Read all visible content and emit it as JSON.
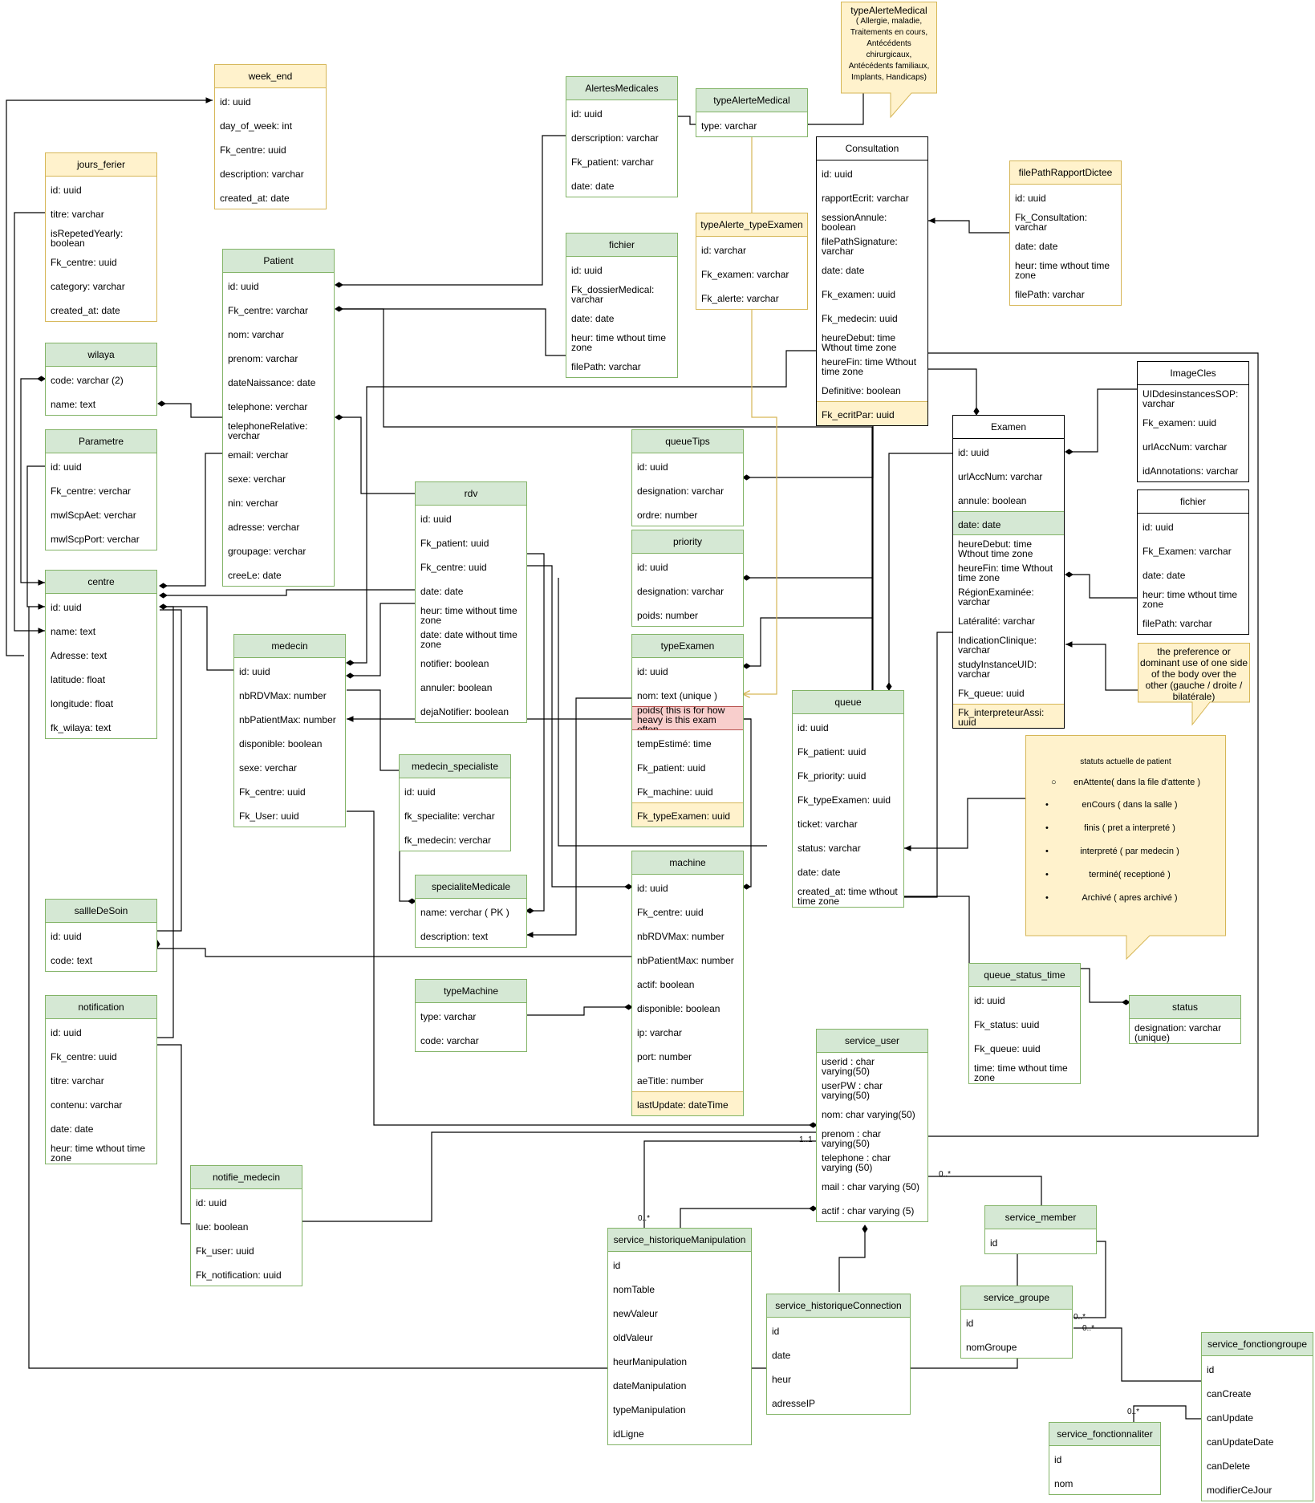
{
  "colors": {
    "green_fill": "#d5e8d4",
    "green_stroke": "#82b366",
    "yellow_fill": "#fff2cc",
    "yellow_stroke": "#d6b656",
    "red_fill": "#f8cecc",
    "red_stroke": "#b85450",
    "link_black": "#000000",
    "link_orange": "#d6b656"
  },
  "tables": [
    {
      "key": "week_end",
      "title": "week_end",
      "theme": "y",
      "rows": [
        {
          "t": "id: uuid"
        },
        {
          "t": "day_of_week: int"
        },
        {
          "t": "Fk_centre: uuid"
        },
        {
          "t": "description: varchar"
        },
        {
          "t": "created_at: date"
        }
      ]
    },
    {
      "key": "jours_ferier",
      "title": "jours_ferier",
      "theme": "y",
      "rows": [
        {
          "t": "id: uuid"
        },
        {
          "t": "titre: varchar"
        },
        {
          "t": "isRepetedYearly: boolean"
        },
        {
          "t": "Fk_centre: uuid"
        },
        {
          "t": "category: varchar"
        },
        {
          "t": "created_at: date"
        }
      ]
    },
    {
      "key": "wilaya",
      "title": "wilaya",
      "theme": "g",
      "rows": [
        {
          "t": "code: varchar (2)"
        },
        {
          "t": "name: text"
        }
      ]
    },
    {
      "key": "parametre",
      "title": "Parametre",
      "theme": "g",
      "rows": [
        {
          "t": "id: uuid"
        },
        {
          "t": "Fk_centre: verchar"
        },
        {
          "t": "mwlScpAet: verchar"
        },
        {
          "t": "mwlScpPort: verchar"
        }
      ]
    },
    {
      "key": "centre",
      "title": "centre",
      "theme": "g",
      "rows": [
        {
          "t": "id: uuid"
        },
        {
          "t": "name: text"
        },
        {
          "t": "Adresse: text"
        },
        {
          "t": "latitude: float"
        },
        {
          "t": "longitude: float"
        },
        {
          "t": "fk_wilaya: text"
        }
      ]
    },
    {
      "key": "patient",
      "title": "Patient",
      "theme": "g",
      "rows": [
        {
          "t": "id: uuid"
        },
        {
          "t": "Fk_centre: varchar"
        },
        {
          "t": "nom: varchar"
        },
        {
          "t": "prenom: varchar"
        },
        {
          "t": "dateNaissance: date"
        },
        {
          "t": "telephone: verchar"
        },
        {
          "t": "telephoneRelative: verchar"
        },
        {
          "t": "email: verchar"
        },
        {
          "t": "sexe: verchar"
        },
        {
          "t": "nin: verchar"
        },
        {
          "t": "adresse: verchar"
        },
        {
          "t": "groupage: verchar"
        },
        {
          "t": "creeLe: date"
        }
      ]
    },
    {
      "key": "alertes",
      "title": "AlertesMedicales",
      "theme": "g",
      "rows": [
        {
          "t": "id: uuid"
        },
        {
          "t": "derscription: varchar"
        },
        {
          "t": "Fk_patient: varchar"
        },
        {
          "t": "date: date"
        }
      ]
    },
    {
      "key": "typeAlerte",
      "title": "typeAlerteMedical",
      "theme": "g",
      "rows": [
        {
          "t": "type: varchar"
        }
      ]
    },
    {
      "key": "fichier1",
      "title": "fichier",
      "theme": "g",
      "rows": [
        {
          "t": "id: uuid"
        },
        {
          "t": "Fk_dossierMedical: varchar"
        },
        {
          "t": "date: date"
        },
        {
          "t": "heur: time wthout time zone"
        },
        {
          "t": "filePath: varchar"
        }
      ]
    },
    {
      "key": "typeAlerteExamen",
      "title": "typeAlerte_typeExamen",
      "theme": "y",
      "rows": [
        {
          "t": "id: varchar"
        },
        {
          "t": "Fk_examen: varchar"
        },
        {
          "t": "Fk_alerte: varchar"
        }
      ]
    },
    {
      "key": "consultation",
      "title": "Consultation",
      "theme": "b",
      "rows": [
        {
          "t": "id: uuid"
        },
        {
          "t": "rapportEcrit: varchar"
        },
        {
          "t": "sessionAnnule: boolean"
        },
        {
          "t": "filePathSignature: varchar"
        },
        {
          "t": "date: date"
        },
        {
          "t": "Fk_examen: uuid"
        },
        {
          "t": "Fk_medecin: uuid"
        },
        {
          "t": "heureDebut: time Wthout time zone"
        },
        {
          "t": "heureFin: time Wthout time zone"
        },
        {
          "t": "Definitive: boolean"
        },
        {
          "t": "Fk_ecritPar: uuid",
          "f": "y"
        }
      ]
    },
    {
      "key": "filePath",
      "title": "filePathRapportDictee",
      "theme": "y",
      "rows": [
        {
          "t": "id: uuid"
        },
        {
          "t": "Fk_Consultation: varchar"
        },
        {
          "t": "date: date"
        },
        {
          "t": "heur: time wthout time zone"
        },
        {
          "t": "filePath: varchar"
        }
      ]
    },
    {
      "key": "imageCles",
      "title": "ImageCles",
      "theme": "b",
      "rows": [
        {
          "t": "UIDdesinstancesSOP: varchar"
        },
        {
          "t": "Fk_examen: uuid"
        },
        {
          "t": "urlAccNum: varchar"
        },
        {
          "t": "idAnnotations: varchar"
        }
      ]
    },
    {
      "key": "examen",
      "title": "Examen",
      "theme": "b",
      "rows": [
        {
          "t": "id: uuid"
        },
        {
          "t": "urlAccNum: varchar"
        },
        {
          "t": "annule: boolean"
        },
        {
          "t": "date: date",
          "f": "g"
        },
        {
          "t": "heureDebut: time Wthout time zone"
        },
        {
          "t": "heureFin: time Wthout time zone"
        },
        {
          "t": "RégionExaminée: varchar"
        },
        {
          "t": "Latéralité: varchar"
        },
        {
          "t": "IndicationClinique: varchar"
        },
        {
          "t": "studyInstanceUID: varchar"
        },
        {
          "t": "Fk_queue: uuid"
        },
        {
          "t": "Fk_interpreteurAssi: uuid",
          "f": "y"
        }
      ]
    },
    {
      "key": "fichier2",
      "title": "fichier",
      "theme": "b",
      "rows": [
        {
          "t": "id: uuid"
        },
        {
          "t": "Fk_Examen: varchar"
        },
        {
          "t": "date: date"
        },
        {
          "t": "heur: time wthout time zone"
        },
        {
          "t": "filePath: varchar"
        }
      ]
    },
    {
      "key": "queueTips",
      "title": "queueTips",
      "theme": "g",
      "rows": [
        {
          "t": "id: uuid"
        },
        {
          "t": "designation: varchar"
        },
        {
          "t": "ordre: number"
        }
      ]
    },
    {
      "key": "priority",
      "title": "priority",
      "theme": "g",
      "rows": [
        {
          "t": "id: uuid"
        },
        {
          "t": "designation: varchar"
        },
        {
          "t": "poids: number"
        }
      ]
    },
    {
      "key": "typeExamen",
      "title": "typeExamen",
      "theme": "g",
      "rows": [
        {
          "t": "id: uuid"
        },
        {
          "t": "nom: text (unique )"
        },
        {
          "t": "poids( this is for how heavy is this exam often",
          "f": "r"
        },
        {
          "t": "tempEstimé: time"
        },
        {
          "t": "Fk_patient: uuid"
        },
        {
          "t": "Fk_machine: uuid"
        },
        {
          "t": "Fk_typeExamen: uuid",
          "f": "y"
        }
      ]
    },
    {
      "key": "queue",
      "title": "queue",
      "theme": "g",
      "rows": [
        {
          "t": "id: uuid"
        },
        {
          "t": "Fk_patient: uuid"
        },
        {
          "t": "Fk_priority: uuid"
        },
        {
          "t": "Fk_typeExamen: uuid"
        },
        {
          "t": "ticket: varchar"
        },
        {
          "t": "status: varchar"
        },
        {
          "t": "date: date"
        },
        {
          "t": "created_at: time wthout time zone"
        }
      ]
    },
    {
      "key": "rdv",
      "title": "rdv",
      "theme": "g",
      "rows": [
        {
          "t": "id: uuid"
        },
        {
          "t": "Fk_patient: uuid"
        },
        {
          "t": "Fk_centre: uuid"
        },
        {
          "t": "date: date"
        },
        {
          "t": "heur: time without time zone"
        },
        {
          "t": "date: date without time zone"
        },
        {
          "t": "notifier: boolean"
        },
        {
          "t": "annuler: boolean"
        },
        {
          "t": "dejaNotifier: boolean"
        }
      ]
    },
    {
      "key": "medecin",
      "title": "medecin",
      "theme": "g",
      "rows": [
        {
          "t": "id: uuid"
        },
        {
          "t": "nbRDVMax: number"
        },
        {
          "t": "nbPatientMax: number"
        },
        {
          "t": "disponible: boolean"
        },
        {
          "t": "sexe: verchar"
        },
        {
          "t": "Fk_centre: uuid"
        },
        {
          "t": "Fk_User: uuid"
        }
      ]
    },
    {
      "key": "medSpec",
      "title": "medecin_specialiste",
      "theme": "g",
      "rows": [
        {
          "t": "id: uuid"
        },
        {
          "t": "fk_specialite: verchar"
        },
        {
          "t": "fk_medecin: verchar"
        }
      ]
    },
    {
      "key": "specialite",
      "title": "specialiteMedicale",
      "theme": "g",
      "rows": [
        {
          "t": "name: verchar ( PK )"
        },
        {
          "t": "description: text"
        }
      ]
    },
    {
      "key": "machine",
      "title": "machine",
      "theme": "g",
      "rows": [
        {
          "t": "id: uuid"
        },
        {
          "t": "Fk_centre: uuid"
        },
        {
          "t": "nbRDVMax: number"
        },
        {
          "t": "nbPatientMax: number"
        },
        {
          "t": "actif: boolean"
        },
        {
          "t": "disponible: boolean"
        },
        {
          "t": "ip: varchar"
        },
        {
          "t": "port: number"
        },
        {
          "t": "aeTitle: number"
        },
        {
          "t": "lastUpdate: dateTime",
          "f": "y"
        }
      ]
    },
    {
      "key": "typeMachine",
      "title": "typeMachine",
      "theme": "g",
      "rows": [
        {
          "t": "type: varchar"
        },
        {
          "t": "code: varchar"
        }
      ]
    },
    {
      "key": "salle",
      "title": "sallleDeSoin",
      "theme": "g",
      "rows": [
        {
          "t": "id: uuid"
        },
        {
          "t": "code: text"
        }
      ]
    },
    {
      "key": "notification",
      "title": "notification",
      "theme": "g",
      "rows": [
        {
          "t": "id: uuid"
        },
        {
          "t": "Fk_centre: uuid"
        },
        {
          "t": "titre: varchar"
        },
        {
          "t": "contenu: varchar"
        },
        {
          "t": "date: date"
        },
        {
          "t": "heur: time wthout time zone"
        }
      ]
    },
    {
      "key": "notifMed",
      "title": "notifie_medecin",
      "theme": "g",
      "rows": [
        {
          "t": "id: uuid"
        },
        {
          "t": "lue: boolean"
        },
        {
          "t": "Fk_user: uuid"
        },
        {
          "t": "Fk_notification: uuid"
        }
      ]
    },
    {
      "key": "queueStatus",
      "title": "queue_status_time",
      "theme": "g",
      "rows": [
        {
          "t": "id: uuid"
        },
        {
          "t": "Fk_status: uuid"
        },
        {
          "t": "Fk_queue: uuid"
        },
        {
          "t": "time: time wthout time zone"
        }
      ]
    },
    {
      "key": "status",
      "title": "status",
      "theme": "g",
      "rows": [
        {
          "t": "designation: varchar (unique)"
        }
      ]
    },
    {
      "key": "serviceUser",
      "title": "service_user",
      "theme": "g",
      "rows": [
        {
          "t": "userid : char varying(50)"
        },
        {
          "t": "userPW : char varying(50)"
        },
        {
          "t": "nom: char varying(50)"
        },
        {
          "t": "prenom : char varying(50)"
        },
        {
          "t": "telephone : char varying (50)"
        },
        {
          "t": "mail : char varying (50)"
        },
        {
          "t": "actif : char varying (5)"
        }
      ]
    },
    {
      "key": "serviceMember",
      "title": "service_member",
      "theme": "g",
      "rows": [
        {
          "t": "id"
        }
      ]
    },
    {
      "key": "histoManip",
      "title": "service_historiqueManipulation",
      "theme": "g",
      "rows": [
        {
          "t": "id"
        },
        {
          "t": "nomTable"
        },
        {
          "t": "newValeur"
        },
        {
          "t": "oldValeur"
        },
        {
          "t": "heurManipulation"
        },
        {
          "t": "dateManipulation"
        },
        {
          "t": "typeManipulation"
        },
        {
          "t": "idLigne"
        }
      ]
    },
    {
      "key": "histoConn",
      "title": "service_historiqueConnection",
      "theme": "g",
      "rows": [
        {
          "t": "id"
        },
        {
          "t": "date"
        },
        {
          "t": "heur"
        },
        {
          "t": "adresseIP"
        }
      ]
    },
    {
      "key": "serviceGroupe",
      "title": "service_groupe",
      "theme": "g",
      "rows": [
        {
          "t": "id"
        },
        {
          "t": "nomGroupe"
        }
      ]
    },
    {
      "key": "fonctionGroupe",
      "title": "service_fonctiongroupe",
      "theme": "g",
      "rows": [
        {
          "t": "id"
        },
        {
          "t": "canCreate"
        },
        {
          "t": "canUpdate"
        },
        {
          "t": "canUpdateDate"
        },
        {
          "t": "canDelete"
        },
        {
          "t": "modifierCeJour"
        }
      ]
    },
    {
      "key": "fonctionnaliter",
      "title": "service_fonctionnaliter",
      "theme": "g",
      "rows": [
        {
          "t": "id"
        },
        {
          "t": "nom"
        }
      ]
    }
  ],
  "notes": {
    "typeAlerteMedical": {
      "title": "typeAlerteMedical",
      "detail": "( Allergie, maladie, Traitements en cours, Antécédents chirurgicaux, Antécédents familiaux, Implants, Handicaps)"
    },
    "lateralite": {
      "text": "the preference or dominant use of one side of the body over the other (gauche / droite / bilatérale)"
    },
    "statuts": {
      "title": "statuts actuelle de patient",
      "items": [
        "enAttente( dans la file d'attente )",
        "enCours ( dans la salle )",
        "finis ( pret a interpreté )",
        "interpreté ( par medecin )",
        "terminé( receptioné )",
        "Archivé ( apres archivé )"
      ]
    }
  },
  "multiplicities": {
    "user_manip_src": "1..1",
    "user_manip_dst": "0..*",
    "user_member": "0..*",
    "groupe_member": "0..*",
    "groupe_fonction": "0..*",
    "fonctionnaliter": "0..*"
  }
}
